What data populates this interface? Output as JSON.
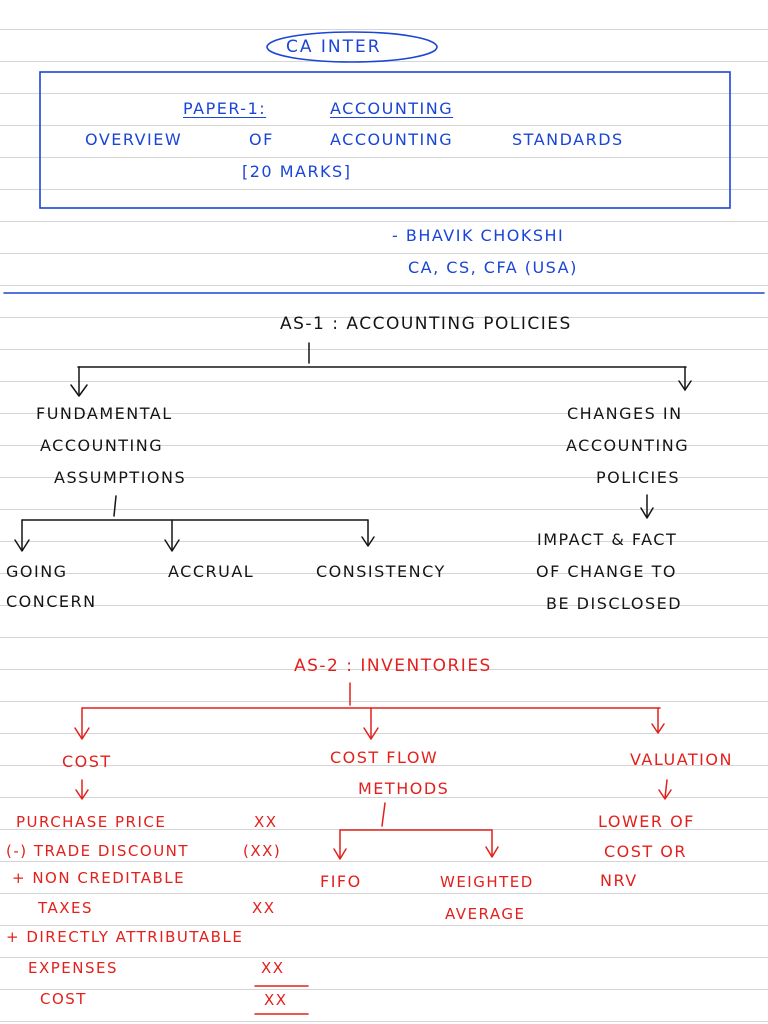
{
  "header": {
    "badge": "CA INTER",
    "paper": "PAPER-1:",
    "subject": "ACCOUNTING",
    "topic_overview": "OVERVIEW",
    "topic_of": "OF",
    "topic_accounting": "ACCOUNTING",
    "topic_standards": "STANDARDS",
    "marks": "[20 MARKS]",
    "author": "- BHAVIK CHOKSHI",
    "credentials": "CA, CS, CFA (USA)"
  },
  "as1": {
    "title": "AS-1 : ACCOUNTING POLICIES",
    "fundamental": [
      "FUNDAMENTAL",
      "ACCOUNTING",
      "ASSUMPTIONS"
    ],
    "changes": [
      "CHANGES IN",
      "ACCOUNTING",
      "POLICIES"
    ],
    "assumptions": {
      "going": [
        "GOING",
        "CONCERN"
      ],
      "accrual": "ACCRUAL",
      "consistency": "CONSISTENCY"
    },
    "impact": [
      "IMPACT & FACT",
      "OF CHANGE TO",
      "BE DISCLOSED"
    ]
  },
  "as2": {
    "title": "AS-2 : INVENTORIES",
    "cost": "COST",
    "cost_flow": [
      "COST FLOW",
      "METHODS"
    ],
    "valuation": "VALUATION",
    "cost_items": [
      {
        "label": "PURCHASE PRICE",
        "amount": "XX"
      },
      {
        "label": "(-) TRADE DISCOUNT",
        "amount": "(XX)"
      },
      {
        "label": "+ NON CREDITABLE",
        "amount": ""
      },
      {
        "label": "TAXES",
        "amount": "XX"
      },
      {
        "label": "+ DIRECTLY ATTRIBUTABLE",
        "amount": ""
      },
      {
        "label": "EXPENSES",
        "amount": "XX"
      },
      {
        "label": "COST",
        "amount": "XX"
      }
    ],
    "methods": {
      "fifo": "FIFO",
      "weighted": [
        "WEIGHTED",
        "AVERAGE"
      ]
    },
    "valuation_rule": [
      "LOWER OF",
      "COST OR",
      "NRV"
    ]
  },
  "colors": {
    "blue_ink": "#1a45d6",
    "black_ink": "#151515",
    "red_ink": "#e3201c"
  }
}
